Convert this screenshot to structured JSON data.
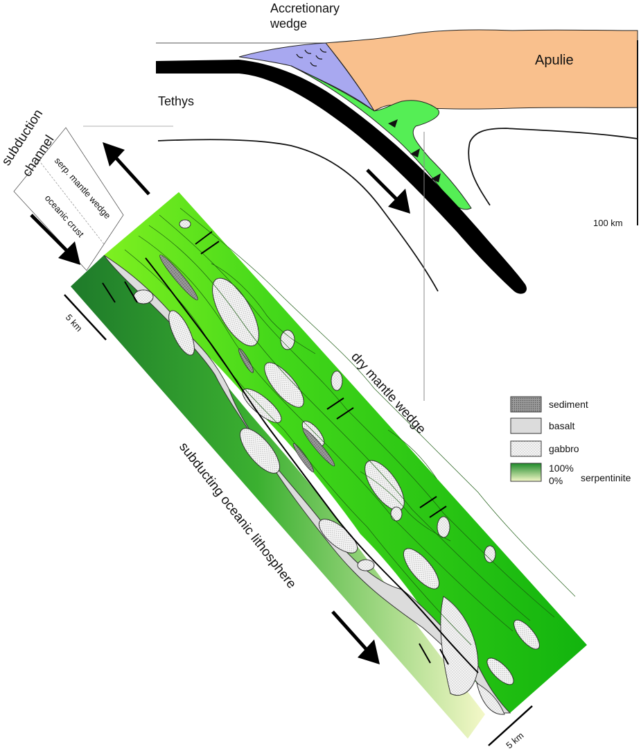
{
  "labels": {
    "accretionary_line1": "Accretionary",
    "accretionary_line2": "wedge",
    "apulie": "Apulie",
    "tethys": "Tethys",
    "scale_top": "100 km",
    "subduction_channel_line1": "subduction",
    "subduction_channel_line2": "channel",
    "serp_mantle_wedge": "serp. mantle wedge",
    "oceanic_crust": "oceanic crust",
    "scale_left": "5 km",
    "scale_bottom": "5 km",
    "dry_mantle_wedge": "dry mantle wedge",
    "subducting_lithosphere": "subducting oceanic lithosphere"
  },
  "legend": {
    "items": [
      {
        "label": "sediment",
        "color": "#9a9a9a"
      },
      {
        "label": "basalt",
        "color": "#dcdcdc"
      },
      {
        "label": "gabbro",
        "color": "#f2f2f2"
      }
    ],
    "gradient_top": "100%",
    "gradient_bottom": "0%",
    "gradient_label": "serpentinite"
  },
  "colors": {
    "apulie": "#f9c08d",
    "accretionary_wedge": "#a8a8f0",
    "serpentinite_channel": "#55ee55",
    "slab": "#000000",
    "serp_100": "#1e8a2a",
    "serp_0": "#f4f8c8",
    "mantle_green": "#22cc10"
  }
}
